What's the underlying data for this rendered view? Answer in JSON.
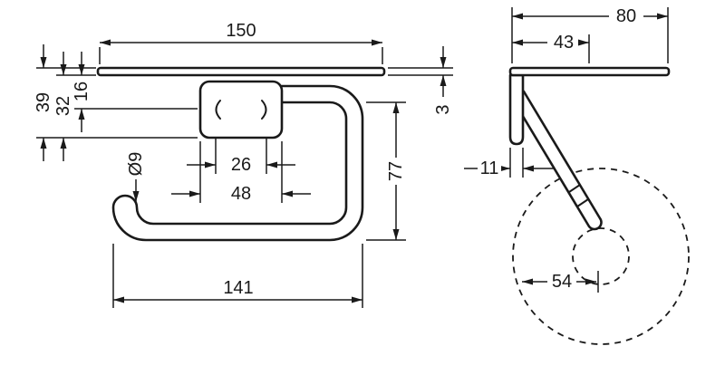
{
  "colors": {
    "ink": "#1a1a1a",
    "background": "#ffffff"
  },
  "front_view": {
    "dims": {
      "shelf_width": "150",
      "total_height": "39",
      "plate_height": "32",
      "hole_offset": "16",
      "hole_spacing": "26",
      "plate_width": "48",
      "bar_diameter": "Ø9",
      "bar_height": "77",
      "shelf_thickness": "3",
      "bar_width": "141"
    }
  },
  "side_view": {
    "dims": {
      "shelf_depth": "80",
      "arm_reach": "43",
      "plate_depth": "11",
      "roll_offset": "54"
    }
  }
}
